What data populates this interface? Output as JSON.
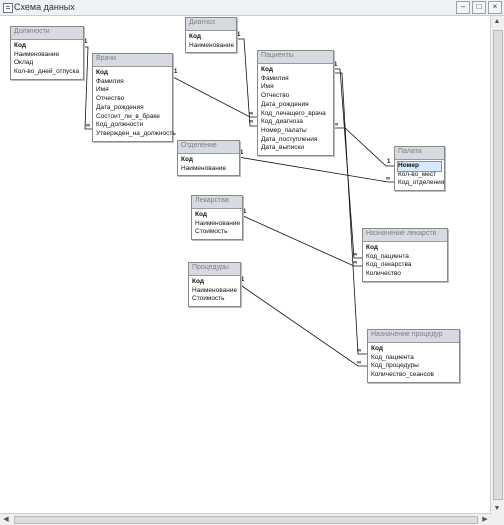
{
  "window": {
    "title": "Схема данных"
  },
  "tables": {
    "dolzhnosti": {
      "title": "Должности",
      "fields": [
        "Код",
        "Наименование",
        "Оклад",
        "Кол-во_дней_отпуска"
      ]
    },
    "vrachi": {
      "title": "Врачи",
      "fields": [
        "Код",
        "Фамилия",
        "Имя",
        "Отчество",
        "Дата_рождения",
        "Состоит_ли_в_браке",
        "Код_должности",
        "Утвержден_на_должность"
      ]
    },
    "diagnoz": {
      "title": "Диагноз",
      "fields": [
        "Код",
        "Наименование"
      ]
    },
    "pacienty": {
      "title": "Пациенты",
      "fields": [
        "Код",
        "Фамилия",
        "Имя",
        "Отчество",
        "Дата_рождения",
        "Код_лечащего_врача",
        "Код_диагноза",
        "Номер_палаты",
        "Дата_поступления",
        "Дата_выписки"
      ]
    },
    "otdelenie": {
      "title": "Отделение",
      "fields": [
        "Код",
        "Наименование"
      ]
    },
    "palata": {
      "title": "Палата",
      "fields": [
        "Номер",
        "Кол-во_мест",
        "Код_отделения"
      ]
    },
    "lekarstva": {
      "title": "Лекарства",
      "fields": [
        "Код",
        "Наименование",
        "Стоимость"
      ]
    },
    "naznachenie_lekarstv": {
      "title": "Назначение лекарств",
      "fields": [
        "Код",
        "Код_пациента",
        "Код_лекарства",
        "Количество"
      ]
    },
    "procedury": {
      "title": "Процедуры",
      "fields": [
        "Код",
        "Наименование",
        "Стоимость"
      ]
    },
    "naznachenie_procedur": {
      "title": "Назначение процедур",
      "fields": [
        "Код",
        "Код_пациента",
        "Код_процедуры",
        "Количество_сеансов"
      ]
    }
  },
  "relation_labels": {
    "one": "1",
    "many": "∞"
  }
}
